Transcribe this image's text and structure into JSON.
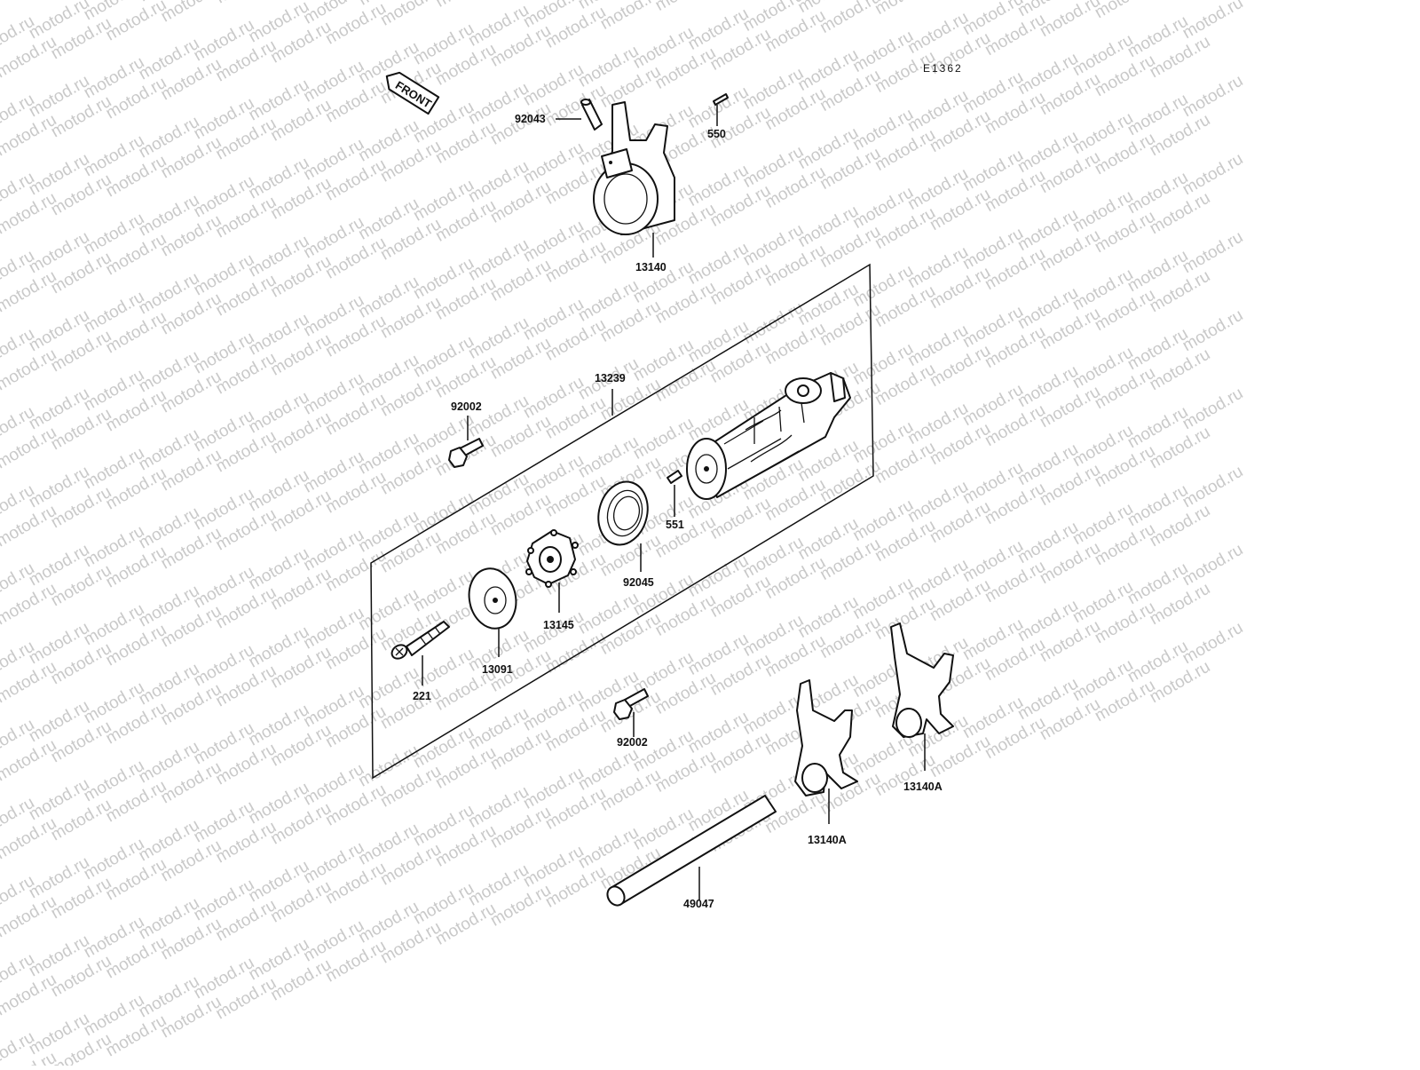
{
  "watermark": "motod.ru",
  "diagram_code": "E1362",
  "front_label": "FRONT",
  "colors": {
    "ink": "#111111",
    "watermark": "#c9c9c9",
    "background": "#ffffff"
  },
  "parts": {
    "p92043": "92043",
    "p550": "550",
    "p13140": "13140",
    "p13239": "13239",
    "p92002_top": "92002",
    "p551": "551",
    "p92045": "92045",
    "p13145": "13145",
    "p13091": "13091",
    "p221": "221",
    "p92002_bottom": "92002",
    "p13140A_left": "13140A",
    "p13140A_right": "13140A",
    "p49047": "49047"
  }
}
